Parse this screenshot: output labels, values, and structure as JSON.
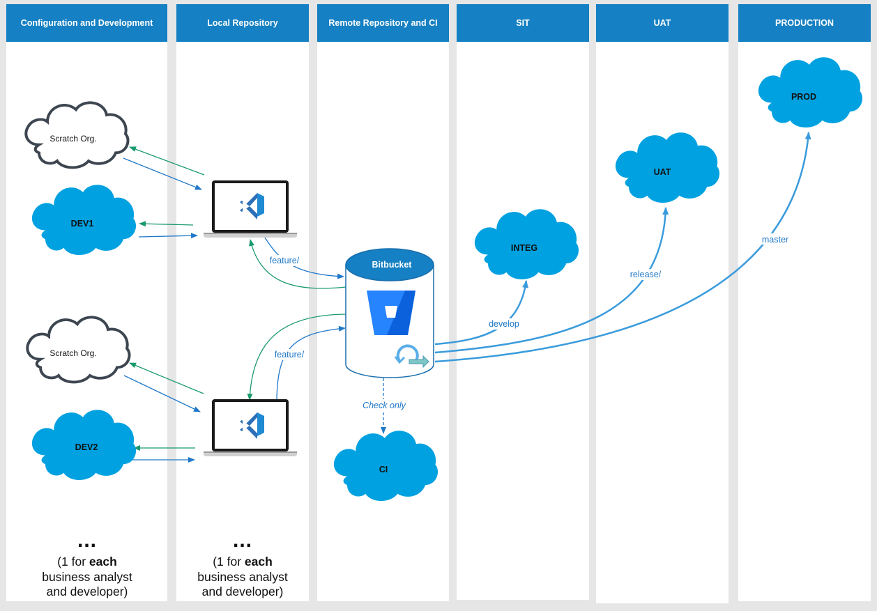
{
  "lanes": [
    {
      "id": "config-dev",
      "title": "Configuration and Development"
    },
    {
      "id": "local-repo",
      "title": "Local Repository"
    },
    {
      "id": "remote-ci",
      "title": "Remote Repository and CI"
    },
    {
      "id": "sit",
      "title": "SIT"
    },
    {
      "id": "uat",
      "title": "UAT"
    },
    {
      "id": "production",
      "title": "PRODUCTION"
    }
  ],
  "nodes": {
    "scratch1": "Scratch Org.",
    "dev1": "DEV1",
    "scratch2": "Scratch Org.",
    "dev2": "DEV2",
    "bitbucket": "Bitbucket",
    "integ": "INTEG",
    "uat": "UAT",
    "prod": "PROD",
    "ci": "CI"
  },
  "edge_labels": {
    "feature_top": "feature/",
    "feature_bottom": "feature/",
    "develop": "develop",
    "release": "release/",
    "master": "master",
    "check_only": "Check only"
  },
  "footnote": {
    "dots": "...",
    "prefix": "(1 for ",
    "bold": "each",
    "line2": "business analyst",
    "line3": "and developer)"
  },
  "colors": {
    "header": "#1580c3",
    "cloud_blue": "#00a1e0",
    "arrow_blue": "#1f78c8",
    "arrow_green": "#1a9a6c",
    "bitbucket_blue": "#2684ff"
  },
  "icons": [
    "laptop-icon",
    "visual-studio-code-icon",
    "bitbucket-logo-icon",
    "pipeline-cycle-icon"
  ]
}
